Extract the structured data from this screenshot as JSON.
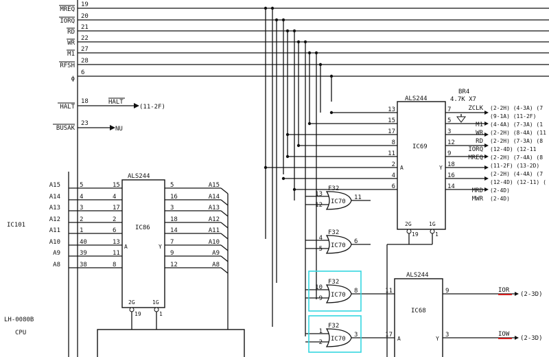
{
  "cpu": {
    "ref": "IC101",
    "part": "LH-0080B",
    "desc": "CPU",
    "signals": [
      {
        "name": "MREQ",
        "pin": "19"
      },
      {
        "name": "IORQ",
        "pin": "20"
      },
      {
        "name": "RD",
        "pin": "21"
      },
      {
        "name": "WR",
        "pin": "22"
      },
      {
        "name": "M1",
        "pin": "27"
      },
      {
        "name": "RFSH",
        "pin": "28"
      },
      {
        "name": "ϕ",
        "pin": "6"
      },
      {
        "name": "HALT",
        "pin": "18"
      },
      {
        "name": "BUSAK",
        "pin": "23"
      }
    ],
    "address_pins": [
      {
        "name": "A15",
        "pin": "5"
      },
      {
        "name": "A14",
        "pin": "4"
      },
      {
        "name": "A13",
        "pin": "3"
      },
      {
        "name": "A12",
        "pin": "2"
      },
      {
        "name": "A11",
        "pin": "1"
      },
      {
        "name": "A10",
        "pin": "40"
      },
      {
        "name": "A9",
        "pin": "39"
      },
      {
        "name": "A8",
        "pin": "38"
      }
    ]
  },
  "halt_out": {
    "label": "HALT",
    "ref": "(11-2F)"
  },
  "busak_out": {
    "label": "NU"
  },
  "ic86": {
    "type": "ALS244",
    "ref": "IC86",
    "a": "A",
    "y": "Y",
    "g2": "2G",
    "g1": "1G",
    "g2pin": "19",
    "g1pin": "1",
    "in_pins": [
      "15",
      "4",
      "17",
      "2",
      "6",
      "13",
      "11",
      "8"
    ],
    "out_pins": [
      "5",
      "16",
      "3",
      "18",
      "14",
      "7",
      "9",
      "12"
    ],
    "out_labels": [
      "A15",
      "A14",
      "A13",
      "A12",
      "A11",
      "A10",
      "A9",
      "A8"
    ]
  },
  "ic69": {
    "type": "ALS244",
    "ref": "IC69",
    "a": "A",
    "y": "Y",
    "g2": "2G",
    "g1": "1G",
    "g2pin": "19",
    "g1pin": "1",
    "in_pins": [
      "13",
      "15",
      "17",
      "8",
      "11",
      "2",
      "4",
      "6"
    ],
    "out_pins": [
      "7",
      "5",
      "3",
      "12",
      "9",
      "18",
      "16",
      "14"
    ],
    "resistor": {
      "ref": "BR4",
      "value": "4.7K X7"
    },
    "outputs": [
      {
        "label": "ZCLK",
        "ref": "(2-2H) (4-3A) (7"
      },
      {
        "label": "",
        "ref": "(9-1A) (11-2F)"
      },
      {
        "label": "M1",
        "ref": "(4-4A) (7-3A) (1"
      },
      {
        "label": "WR",
        "ref": "(2-2H) (8-4A) (11"
      },
      {
        "label": "RD",
        "ref": "(2-2H) (7-3A) (8"
      },
      {
        "label": "IORQ",
        "ref": "(12-4D) (12-11"
      },
      {
        "label": "MREQ",
        "ref": "(2-2H) (7-4A) (8"
      },
      {
        "label": "",
        "ref": "(11-2F) (13-2D)"
      },
      {
        "label": "",
        "ref": "(2-2H) (4-4A) (7"
      },
      {
        "label": "",
        "ref": "(12-4D) (12-11) ("
      },
      {
        "label": "MRD",
        "ref": "(2-4D)"
      },
      {
        "label": "MWR",
        "ref": "(2-4D)"
      }
    ]
  },
  "ic68": {
    "type": "ALS244",
    "ref": "IC68",
    "a": "A",
    "y": "Y",
    "in_pins": [
      "11",
      "17"
    ],
    "out_pins": [
      "9",
      "3"
    ],
    "outputs": [
      {
        "label": "IOR",
        "ref": "(2-3D)"
      },
      {
        "label": "IOW",
        "ref": "(2-3D)"
      }
    ]
  },
  "gates": [
    {
      "type": "F32",
      "ref": "IC70",
      "in_pins": [
        "13",
        "12"
      ],
      "out_pin": "11"
    },
    {
      "type": "F32",
      "ref": "IC70",
      "in_pins": [
        "4",
        "5"
      ],
      "out_pin": "6"
    },
    {
      "type": "F32",
      "ref": "IC70",
      "in_pins": [
        "10",
        "9"
      ],
      "out_pin": "8"
    },
    {
      "type": "F32",
      "ref": "IC70",
      "in_pins": [
        "1",
        "2"
      ],
      "out_pin": "3"
    }
  ],
  "colors": {
    "highlight": "#33d6e0",
    "mark": "#d42020"
  }
}
